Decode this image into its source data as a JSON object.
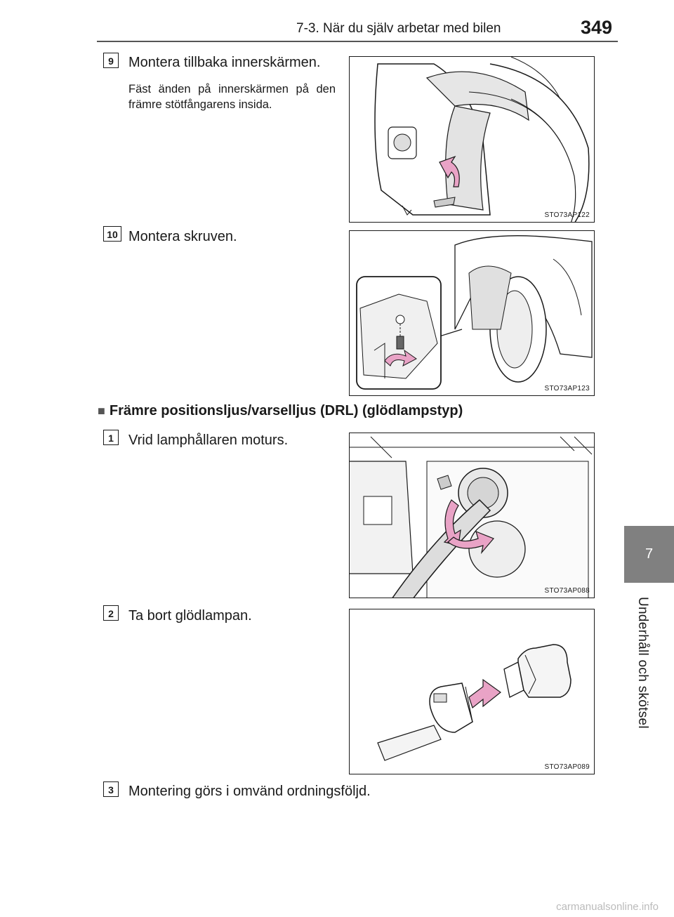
{
  "header": {
    "chapter_title": "7-3. När du själv arbetar med bilen",
    "page_number": "349"
  },
  "side_tab": {
    "chapter_number": "7",
    "chapter_label": "Underhåll och skötsel"
  },
  "steps_a": [
    {
      "number": "9",
      "title": "Montera tillbaka innerskärmen.",
      "description": "Fäst änden på innerskärmen på den främre stötfångarens insida.",
      "figure_code": "STO73AP122"
    },
    {
      "number": "10",
      "title": "Montera skruven.",
      "description": "",
      "figure_code": "STO73AP123"
    }
  ],
  "section": {
    "marker": "■",
    "heading": "Främre positionsljus/varselljus (DRL) (glödlampstyp)"
  },
  "steps_b": [
    {
      "number": "1",
      "title": "Vrid lamphållaren moturs.",
      "figure_code": "STO73AP088"
    },
    {
      "number": "2",
      "title": "Ta bort glödlampan.",
      "figure_code": "STO73AP089"
    },
    {
      "number": "3",
      "title": "Montering görs i omvänd ordningsföljd."
    }
  ],
  "watermark": "carmanualsonline.info",
  "colors": {
    "arrow_pink": "#e9a3c6",
    "tab_gray": "#808080",
    "line": "#1a1a1a"
  }
}
